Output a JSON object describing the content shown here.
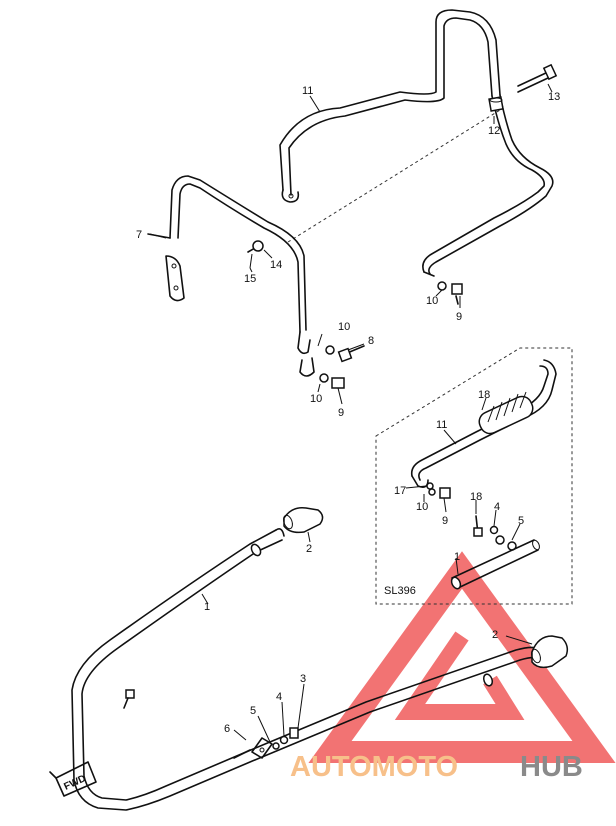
{
  "diagram": {
    "callouts": [
      {
        "id": "c11a",
        "text": "11"
      },
      {
        "id": "c13",
        "text": "13"
      },
      {
        "id": "c12",
        "text": "12"
      },
      {
        "id": "c7",
        "text": "7"
      },
      {
        "id": "c14",
        "text": "14"
      },
      {
        "id": "c15",
        "text": "15"
      },
      {
        "id": "c10a",
        "text": "10"
      },
      {
        "id": "c9a",
        "text": "9"
      },
      {
        "id": "c10b",
        "text": "10"
      },
      {
        "id": "c8",
        "text": "8"
      },
      {
        "id": "c10c",
        "text": "10"
      },
      {
        "id": "c9b",
        "text": "9"
      },
      {
        "id": "c18a",
        "text": "18"
      },
      {
        "id": "c11b",
        "text": "11"
      },
      {
        "id": "c17",
        "text": "17"
      },
      {
        "id": "c10d",
        "text": "10"
      },
      {
        "id": "c9c",
        "text": "9"
      },
      {
        "id": "c18b",
        "text": "18"
      },
      {
        "id": "c4a",
        "text": "4"
      },
      {
        "id": "c5a",
        "text": "5"
      },
      {
        "id": "c1a",
        "text": "1"
      },
      {
        "id": "c2a",
        "text": "2"
      },
      {
        "id": "c1b",
        "text": "1"
      },
      {
        "id": "c2b",
        "text": "2"
      },
      {
        "id": "c3",
        "text": "3"
      },
      {
        "id": "c4b",
        "text": "4"
      },
      {
        "id": "c5b",
        "text": "5"
      },
      {
        "id": "c6",
        "text": "6"
      }
    ],
    "variant_label": "SL396",
    "direction_label": "FWD"
  },
  "watermark": {
    "text_part1": "AUTOMOTO",
    "text_part2": "HUB",
    "colors": {
      "triangle": "#f05a5a",
      "part1": "#f7c08a",
      "part2": "#8a8a8a"
    }
  }
}
